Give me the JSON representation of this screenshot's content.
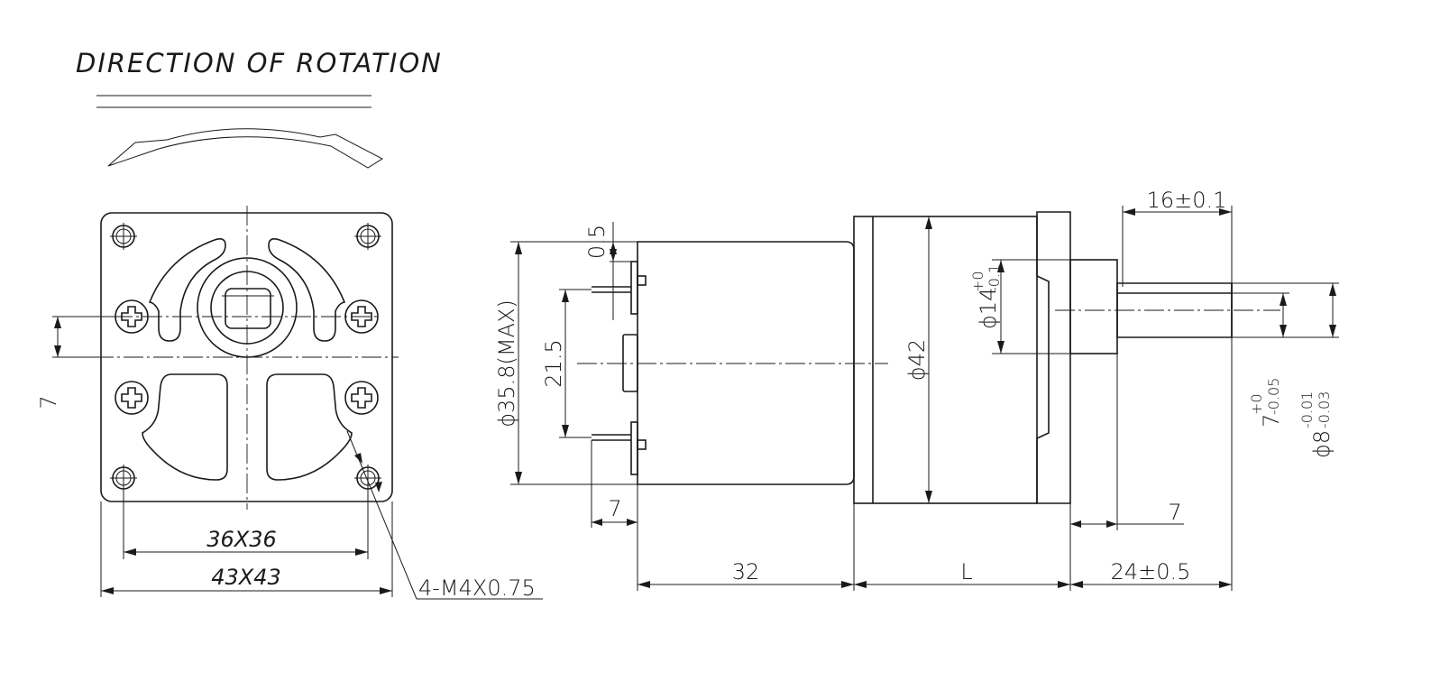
{
  "title": "DIRECTION OF ROTATION",
  "front_view": {
    "dim_hole_spacing": "36X36",
    "dim_flange": "43X43",
    "dim_offset": "7",
    "thread_callout": "4-M4X0.75"
  },
  "side_view": {
    "dim_motor_length": "32",
    "dim_gearbox_length": "L",
    "dim_shaft_length": "24±0.5",
    "dim_key_length": "16±0.1",
    "dim_terminal_offset": "0.5",
    "dim_terminal_spacing": "21.5",
    "dim_motor_dia": "ϕ35.8(MAX)",
    "dim_gearbox_dia": "ϕ42",
    "dim_pilot_dia": "ϕ14",
    "dim_pilot_dia_tol_upper": "+0",
    "dim_pilot_dia_tol_lower": "-0.1",
    "dim_terminal_width": "7",
    "dim_pilot_length": "7",
    "dim_flat": "7",
    "dim_flat_tol_upper": "+0",
    "dim_flat_tol_lower": "-0.05",
    "dim_shaft_dia": "ϕ8",
    "dim_shaft_dia_tol_upper": "-0.01",
    "dim_shaft_dia_tol_lower": "-0.03"
  }
}
